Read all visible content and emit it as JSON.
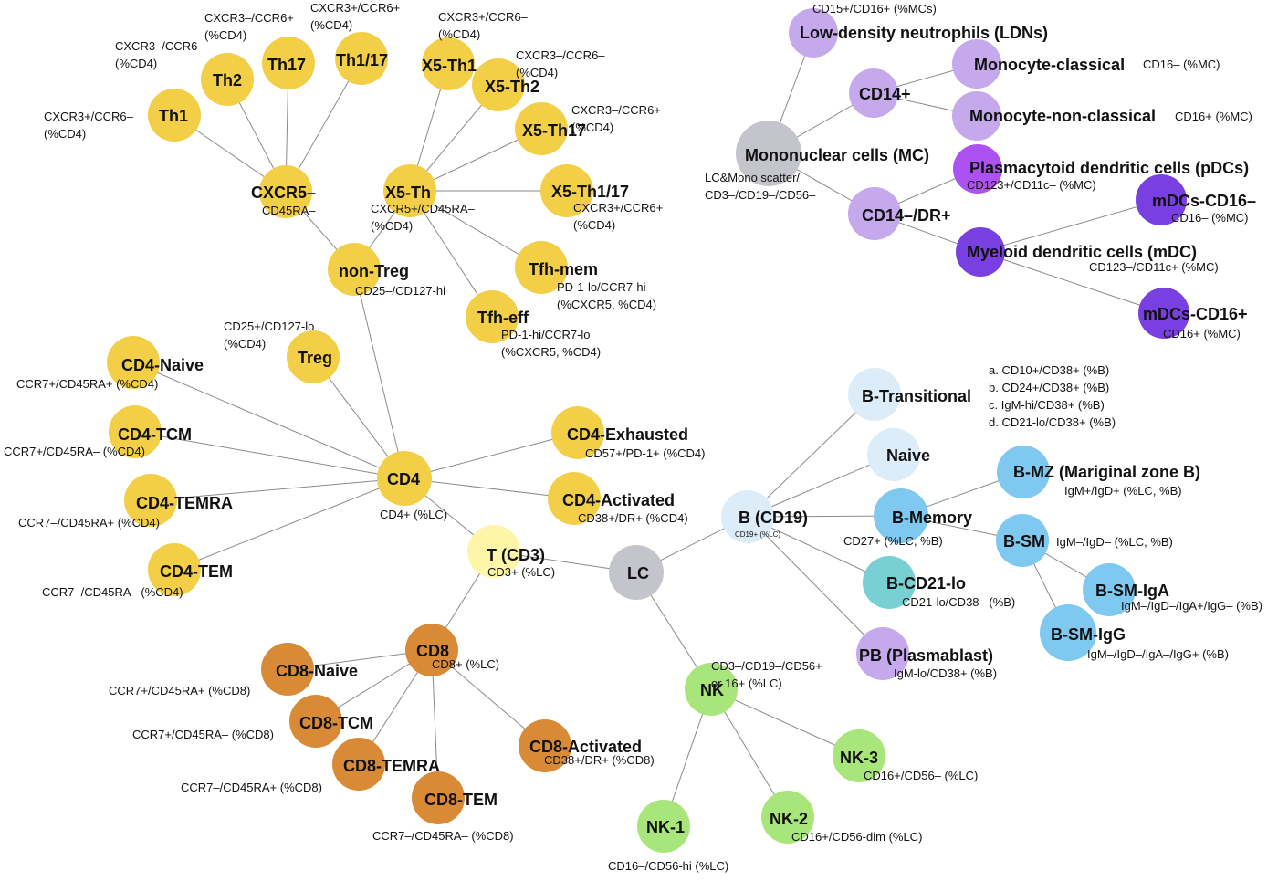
{
  "colors": {
    "yellow": "#f3cf47",
    "pale-yellow": "#fdf6a8",
    "gray": "#c4c4cc",
    "orange": "#d98a36",
    "green": "#a8e57a",
    "light-blue": "#dcecf8",
    "blue": "#7fc8ef",
    "teal": "#79d0d4",
    "light-purple": "#c6a9ec",
    "magenta": "#ad52f2",
    "violet": "#7a3fe0",
    "edge": "#8a8a8a"
  },
  "nodes": [
    {
      "id": "lc",
      "label": "LC",
      "color": "gray",
      "notes": []
    },
    {
      "id": "t",
      "label": "T (CD3)",
      "color": "pale-yellow",
      "notes": [
        "CD3+ (%LC)"
      ]
    },
    {
      "id": "cd4",
      "label": "CD4",
      "color": "yellow",
      "notes": [
        "CD4+ (%LC)"
      ]
    },
    {
      "id": "cd8",
      "label": "CD8",
      "color": "orange",
      "notes": [
        "CD8+ (%LC)"
      ]
    },
    {
      "id": "nk",
      "label": "NK",
      "color": "green",
      "notes": [
        "CD3–/CD19–/CD56+",
        "or 16+ (%LC)"
      ]
    },
    {
      "id": "b",
      "label": "B (CD19)",
      "color": "light-blue",
      "notes": [],
      "small_note": "CD19+ (%LC)"
    },
    {
      "id": "mc",
      "label": "Mononuclear cells (MC)",
      "color": "gray",
      "notes": [
        "LC&Mono scatter/",
        "CD3–/CD19–/CD56–"
      ]
    },
    {
      "id": "cd4naive",
      "label": "CD4-Naive",
      "color": "yellow",
      "notes": [
        "CCR7+/CD45RA+ (%CD4)"
      ]
    },
    {
      "id": "cd4tcm",
      "label": "CD4-TCM",
      "color": "yellow",
      "notes": [
        "CCR7+/CD45RA– (%CD4)"
      ]
    },
    {
      "id": "cd4temra",
      "label": "CD4-TEMRA",
      "color": "yellow",
      "notes": [
        "CCR7–/CD45RA+ (%CD4)"
      ]
    },
    {
      "id": "cd4tem",
      "label": "CD4-TEM",
      "color": "yellow",
      "notes": [
        "CCR7–/CD45RA– (%CD4)"
      ]
    },
    {
      "id": "cd4exh",
      "label": "CD4-Exhausted",
      "color": "yellow",
      "notes": [
        "CD57+/PD-1+ (%CD4)"
      ]
    },
    {
      "id": "cd4act",
      "label": "CD4-Activated",
      "color": "yellow",
      "notes": [
        "CD38+/DR+ (%CD4)"
      ]
    },
    {
      "id": "treg",
      "label": "Treg",
      "color": "yellow",
      "notes": [
        "CD25+/CD127-lo",
        "(%CD4)"
      ]
    },
    {
      "id": "nontreg",
      "label": "non-Treg",
      "color": "yellow",
      "notes": [
        "CD25–/CD127-hi"
      ]
    },
    {
      "id": "cxcr5neg",
      "label": "CXCR5–",
      "color": "yellow",
      "notes": [
        "CD45RA–"
      ]
    },
    {
      "id": "x5th",
      "label": "X5-Th",
      "color": "yellow",
      "notes": [
        "CXCR5+/CD45RA–",
        "(%CD4)"
      ]
    },
    {
      "id": "th1",
      "label": "Th1",
      "color": "yellow",
      "notes": [
        "CXCR3+/CCR6–",
        "(%CD4)"
      ]
    },
    {
      "id": "th2",
      "label": "Th2",
      "color": "yellow",
      "notes": [
        "CXCR3–/CCR6–",
        "(%CD4)"
      ]
    },
    {
      "id": "th17",
      "label": "Th17",
      "color": "yellow",
      "notes": [
        "CXCR3–/CCR6+",
        "(%CD4)"
      ]
    },
    {
      "id": "th117",
      "label": "Th1/17",
      "color": "yellow",
      "notes": [
        "CXCR3+/CCR6+",
        "(%CD4)"
      ]
    },
    {
      "id": "x5th1",
      "label": "X5-Th1",
      "color": "yellow",
      "notes": [
        "CXCR3+/CCR6–",
        "(%CD4)"
      ]
    },
    {
      "id": "x5th2",
      "label": "X5-Th2",
      "color": "yellow",
      "notes": [
        "CXCR3–/CCR6–",
        "(%CD4)"
      ]
    },
    {
      "id": "x5th17",
      "label": "X5-Th17",
      "color": "yellow",
      "notes": [
        "CXCR3–/CCR6+",
        "(%CD4)"
      ]
    },
    {
      "id": "x5th117",
      "label": "X5-Th1/17",
      "color": "yellow",
      "notes": [
        "CXCR3+/CCR6+",
        "(%CD4)"
      ]
    },
    {
      "id": "tfhmem",
      "label": "Tfh-mem",
      "color": "yellow",
      "notes": [
        "PD-1-lo/CCR7-hi",
        "(%CXCR5, %CD4)"
      ]
    },
    {
      "id": "tfheff",
      "label": "Tfh-eff",
      "color": "yellow",
      "notes": [
        "PD-1-hi/CCR7-lo",
        "(%CXCR5, %CD4)"
      ]
    },
    {
      "id": "cd8naive",
      "label": "CD8-Naive",
      "color": "orange",
      "notes": [
        "CCR7+/CD45RA+ (%CD8)"
      ]
    },
    {
      "id": "cd8tcm",
      "label": "CD8-TCM",
      "color": "orange",
      "notes": [
        "CCR7+/CD45RA– (%CD8)"
      ]
    },
    {
      "id": "cd8temra",
      "label": "CD8-TEMRA",
      "color": "orange",
      "notes": [
        "CCR7–/CD45RA+ (%CD8)"
      ]
    },
    {
      "id": "cd8tem",
      "label": "CD8-TEM",
      "color": "orange",
      "notes": [
        "CCR7–/CD45RA– (%CD8)"
      ]
    },
    {
      "id": "cd8act",
      "label": "CD8-Activated",
      "color": "orange",
      "notes": [
        "CD38+/DR+ (%CD8)"
      ]
    },
    {
      "id": "nk1",
      "label": "NK-1",
      "color": "green",
      "notes": [
        "CD16–/CD56-hi (%LC)"
      ]
    },
    {
      "id": "nk2",
      "label": "NK-2",
      "color": "green",
      "notes": [
        "CD16+/CD56-dim (%LC)"
      ]
    },
    {
      "id": "nk3",
      "label": "NK-3",
      "color": "green",
      "notes": [
        "CD16+/CD56– (%LC)"
      ]
    },
    {
      "id": "btrans",
      "label": "B-Transitional",
      "color": "light-blue",
      "notes": [
        "a. CD10+/CD38+ (%B)",
        "b. CD24+/CD38+ (%B)",
        "c. IgM-hi/CD38+ (%B)",
        "d. CD21-lo/CD38+ (%B)"
      ]
    },
    {
      "id": "bnaive",
      "label": "Naive",
      "color": "light-blue",
      "notes": []
    },
    {
      "id": "bmem",
      "label": "B-Memory",
      "color": "blue",
      "notes": [
        "CD27+ (%LC, %B)"
      ]
    },
    {
      "id": "bmz",
      "label": "B-MZ (Mariginal zone B)",
      "color": "blue",
      "notes": [
        "IgM+/IgD+ (%LC, %B)"
      ]
    },
    {
      "id": "bsm",
      "label": "B-SM",
      "color": "blue",
      "notes": [
        "IgM–/IgD– (%LC, %B)"
      ]
    },
    {
      "id": "bsmiga",
      "label": "B-SM-IgA",
      "color": "blue",
      "notes": [
        "IgM–/IgD–/IgA+/IgG– (%B)"
      ]
    },
    {
      "id": "bsmigg",
      "label": "B-SM-IgG",
      "color": "blue",
      "notes": [
        "IgM–/IgD–/IgA–/IgG+ (%B)"
      ]
    },
    {
      "id": "bcd21lo",
      "label": "B-CD21-lo",
      "color": "teal",
      "notes": [
        "CD21-lo/CD38– (%B)"
      ]
    },
    {
      "id": "pb",
      "label": "PB (Plasmablast)",
      "color": "light-purple",
      "notes": [
        "IgM-lo/CD38+ (%B)"
      ]
    },
    {
      "id": "ldn",
      "label": "Low-density neutrophils (LDNs)",
      "color": "light-purple",
      "notes": [
        "CD15+/CD16+ (%MCs)"
      ]
    },
    {
      "id": "cd14pos",
      "label": "CD14+",
      "color": "light-purple",
      "notes": []
    },
    {
      "id": "monoclass",
      "label": "Monocyte-classical",
      "color": "light-purple",
      "notes": [
        "CD16– (%MC)"
      ]
    },
    {
      "id": "mononon",
      "label": "Monocyte-non-classical",
      "color": "light-purple",
      "notes": [
        "CD16+ (%MC)"
      ]
    },
    {
      "id": "cd14neg",
      "label": "CD14–/DR+",
      "color": "light-purple",
      "notes": []
    },
    {
      "id": "pdc",
      "label": "Plasmacytoid dendritic cells (pDCs)",
      "color": "magenta",
      "notes": [
        "CD123+/CD11c– (%MC)"
      ]
    },
    {
      "id": "mdc",
      "label": "Myeloid dendritic cells (mDC)",
      "color": "violet",
      "notes": [
        "CD123–/CD11c+ (%MC)"
      ]
    },
    {
      "id": "mdcneg",
      "label": "mDCs-CD16–",
      "color": "violet",
      "notes": [
        "CD16– (%MC)"
      ]
    },
    {
      "id": "mdcpos",
      "label": "mDCs-CD16+",
      "color": "violet",
      "notes": [
        "CD16+ (%MC)"
      ]
    }
  ],
  "edges": [
    [
      "lc",
      "t"
    ],
    [
      "lc",
      "b"
    ],
    [
      "lc",
      "nk"
    ],
    [
      "t",
      "cd4"
    ],
    [
      "t",
      "cd8"
    ],
    [
      "cd4",
      "cd4naive"
    ],
    [
      "cd4",
      "cd4tcm"
    ],
    [
      "cd4",
      "cd4temra"
    ],
    [
      "cd4",
      "cd4tem"
    ],
    [
      "cd4",
      "cd4exh"
    ],
    [
      "cd4",
      "cd4act"
    ],
    [
      "cd4",
      "treg"
    ],
    [
      "cd4",
      "nontreg"
    ],
    [
      "nontreg",
      "cxcr5neg"
    ],
    [
      "nontreg",
      "x5th"
    ],
    [
      "cxcr5neg",
      "th1"
    ],
    [
      "cxcr5neg",
      "th2"
    ],
    [
      "cxcr5neg",
      "th17"
    ],
    [
      "cxcr5neg",
      "th117"
    ],
    [
      "x5th",
      "x5th1"
    ],
    [
      "x5th",
      "x5th2"
    ],
    [
      "x5th",
      "x5th17"
    ],
    [
      "x5th",
      "x5th117"
    ],
    [
      "x5th",
      "tfhmem"
    ],
    [
      "x5th",
      "tfheff"
    ],
    [
      "cd8",
      "cd8naive"
    ],
    [
      "cd8",
      "cd8tcm"
    ],
    [
      "cd8",
      "cd8temra"
    ],
    [
      "cd8",
      "cd8tem"
    ],
    [
      "cd8",
      "cd8act"
    ],
    [
      "nk",
      "nk1"
    ],
    [
      "nk",
      "nk2"
    ],
    [
      "nk",
      "nk3"
    ],
    [
      "b",
      "btrans"
    ],
    [
      "b",
      "bnaive"
    ],
    [
      "b",
      "bmem"
    ],
    [
      "b",
      "bcd21lo"
    ],
    [
      "b",
      "pb"
    ],
    [
      "bmem",
      "bmz"
    ],
    [
      "bmem",
      "bsm"
    ],
    [
      "bsm",
      "bsmiga"
    ],
    [
      "bsm",
      "bsmigg"
    ],
    [
      "mc",
      "ldn"
    ],
    [
      "mc",
      "cd14pos"
    ],
    [
      "mc",
      "cd14neg"
    ],
    [
      "cd14pos",
      "monoclass"
    ],
    [
      "cd14pos",
      "mononon"
    ],
    [
      "cd14neg",
      "pdc"
    ],
    [
      "cd14neg",
      "mdc"
    ],
    [
      "mdc",
      "mdcneg"
    ],
    [
      "mdc",
      "mdcpos"
    ]
  ]
}
